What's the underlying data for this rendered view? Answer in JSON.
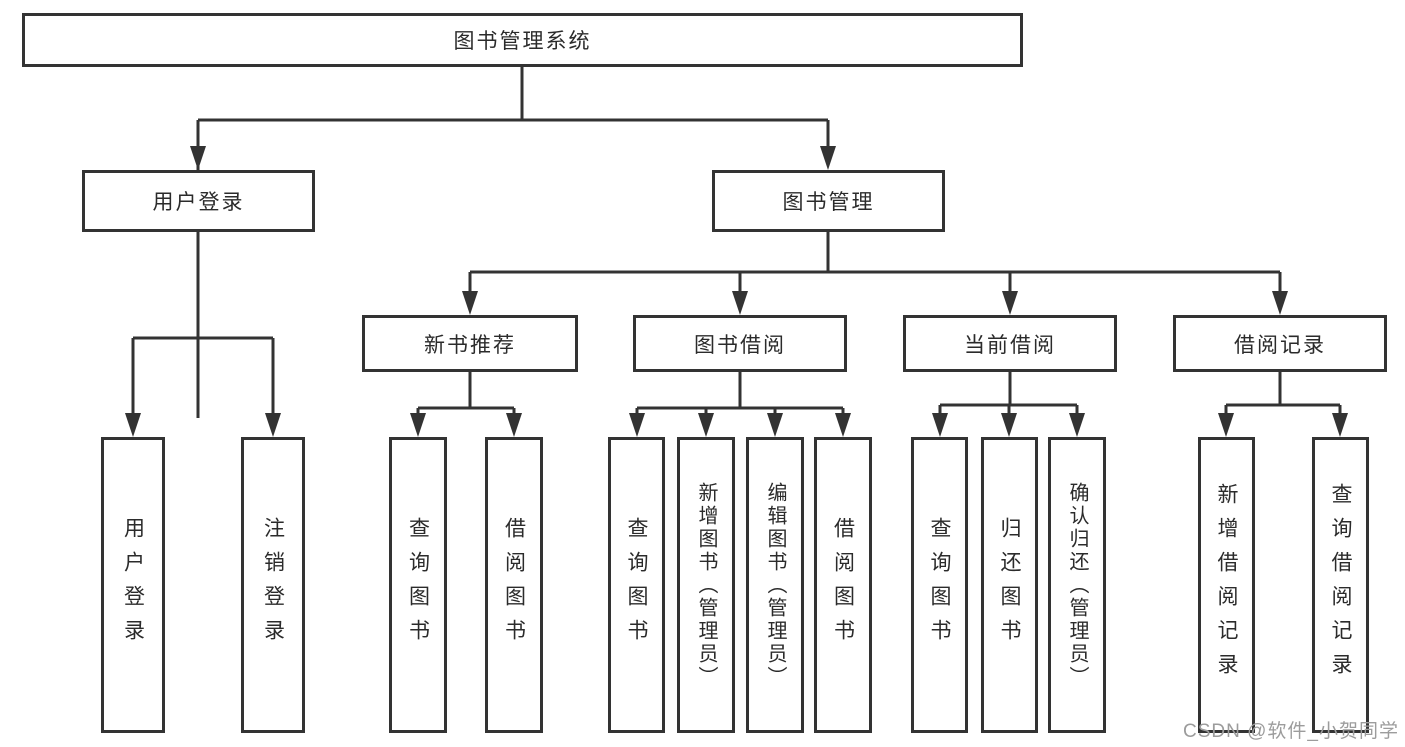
{
  "diagram": {
    "root": {
      "label": "图书管理系统"
    },
    "level2": [
      {
        "label": "用户登录"
      },
      {
        "label": "图书管理"
      }
    ],
    "level3": [
      {
        "label": "新书推荐"
      },
      {
        "label": "图书借阅"
      },
      {
        "label": "当前借阅"
      },
      {
        "label": "借阅记录"
      }
    ],
    "leaves": [
      {
        "label": "用户登录"
      },
      {
        "label": "注销登录"
      },
      {
        "label": "查询图书"
      },
      {
        "label": "借阅图书"
      },
      {
        "label": "查询图书"
      },
      {
        "label": "新增图书（管理员）"
      },
      {
        "label": "编辑图书（管理员）"
      },
      {
        "label": "借阅图书"
      },
      {
        "label": "查询图书"
      },
      {
        "label": "归还图书"
      },
      {
        "label": "确认归还（管理员）"
      },
      {
        "label": "新增借阅记录"
      },
      {
        "label": "查询借阅记录"
      }
    ]
  },
  "watermark": {
    "text": "CSDN @软件_小贺同学"
  },
  "colors": {
    "line": "#333333",
    "box_border": "#333333",
    "text": "#2b2b2b",
    "watermark": "#9c9c9c",
    "background": "#ffffff"
  }
}
